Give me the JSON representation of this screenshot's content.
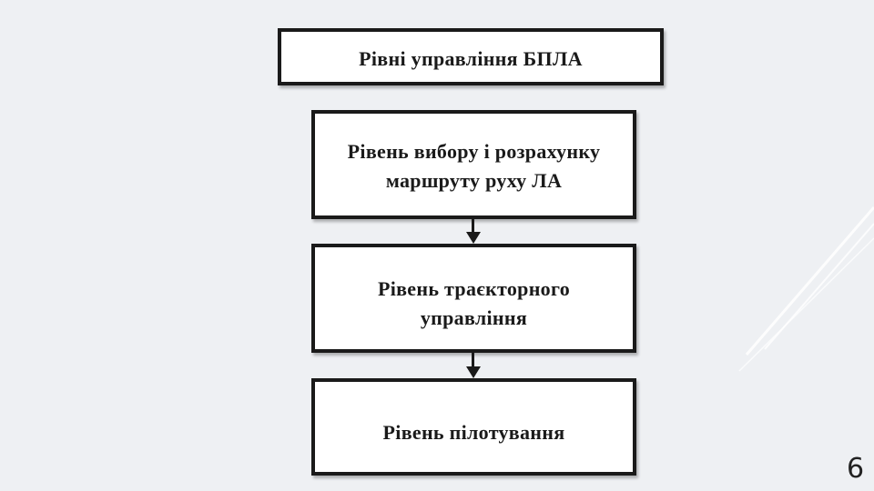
{
  "diagram": {
    "title": "Рівні управління БПЛА",
    "levels": [
      "Рівень вибору і розрахунку\nмаршруту руху ЛА",
      "Рівень траєкторного\nуправління",
      "Рівень пілотування"
    ]
  },
  "page_number": "6",
  "colors": {
    "background": "#eef0f3",
    "box_fill": "#ffffff",
    "border": "#1a1a1a",
    "decor_lines": "#ffffff"
  }
}
